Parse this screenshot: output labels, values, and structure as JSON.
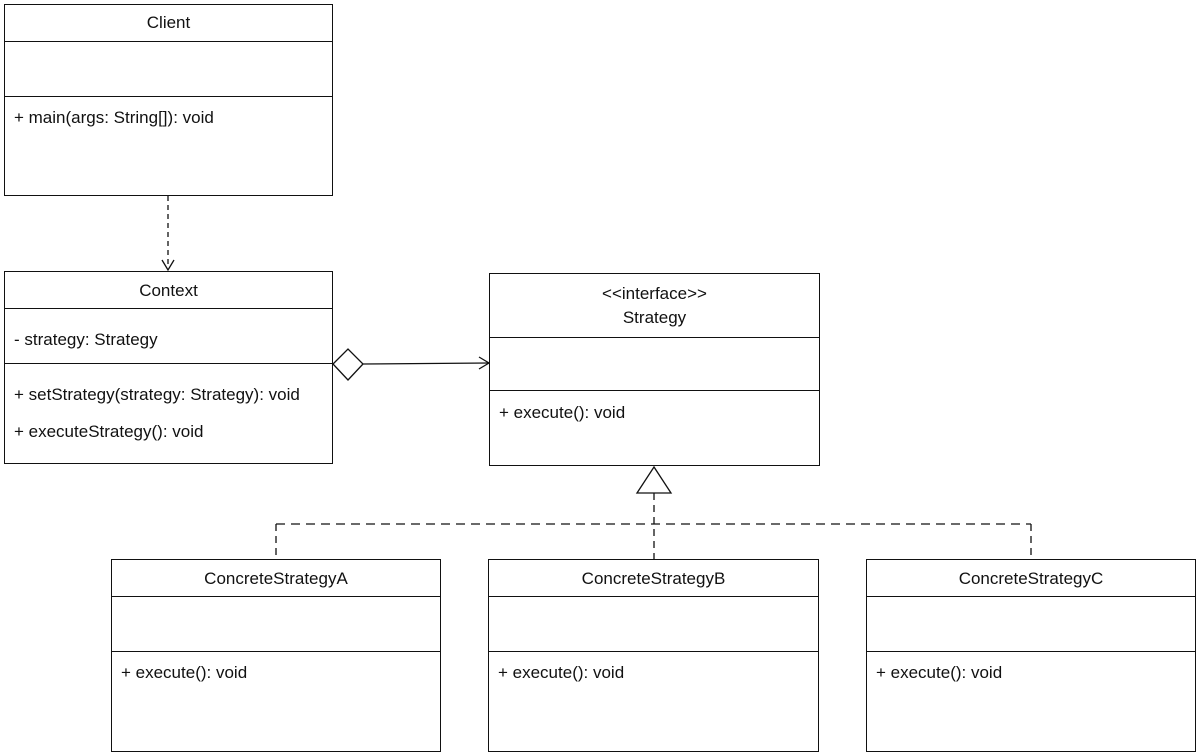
{
  "classes": {
    "client": {
      "name": "Client",
      "attributes": [],
      "methods": [
        "+ main(args: String[]): void"
      ]
    },
    "context": {
      "name": "Context",
      "attributes": [
        "- strategy: Strategy"
      ],
      "methods": [
        "+ setStrategy(strategy: Strategy): void",
        "+ executeStrategy(): void"
      ]
    },
    "strategy": {
      "stereotype": "<<interface>>",
      "name": "Strategy",
      "attributes": [],
      "methods": [
        "+ execute(): void"
      ]
    },
    "concrete_a": {
      "name": "ConcreteStrategyA",
      "attributes": [],
      "methods": [
        "+ execute(): void"
      ]
    },
    "concrete_b": {
      "name": "ConcreteStrategyB",
      "attributes": [],
      "methods": [
        "+ execute(): void"
      ]
    },
    "concrete_c": {
      "name": "ConcreteStrategyC",
      "attributes": [],
      "methods": [
        "+ execute(): void"
      ]
    }
  },
  "relationships": [
    {
      "type": "dependency",
      "from": "Client",
      "to": "Context"
    },
    {
      "type": "aggregation",
      "from": "Context",
      "to": "Strategy"
    },
    {
      "type": "realization",
      "from": "ConcreteStrategyA",
      "to": "Strategy"
    },
    {
      "type": "realization",
      "from": "ConcreteStrategyB",
      "to": "Strategy"
    },
    {
      "type": "realization",
      "from": "ConcreteStrategyC",
      "to": "Strategy"
    }
  ],
  "colors": {
    "stroke": "#111111",
    "background": "#ffffff"
  }
}
